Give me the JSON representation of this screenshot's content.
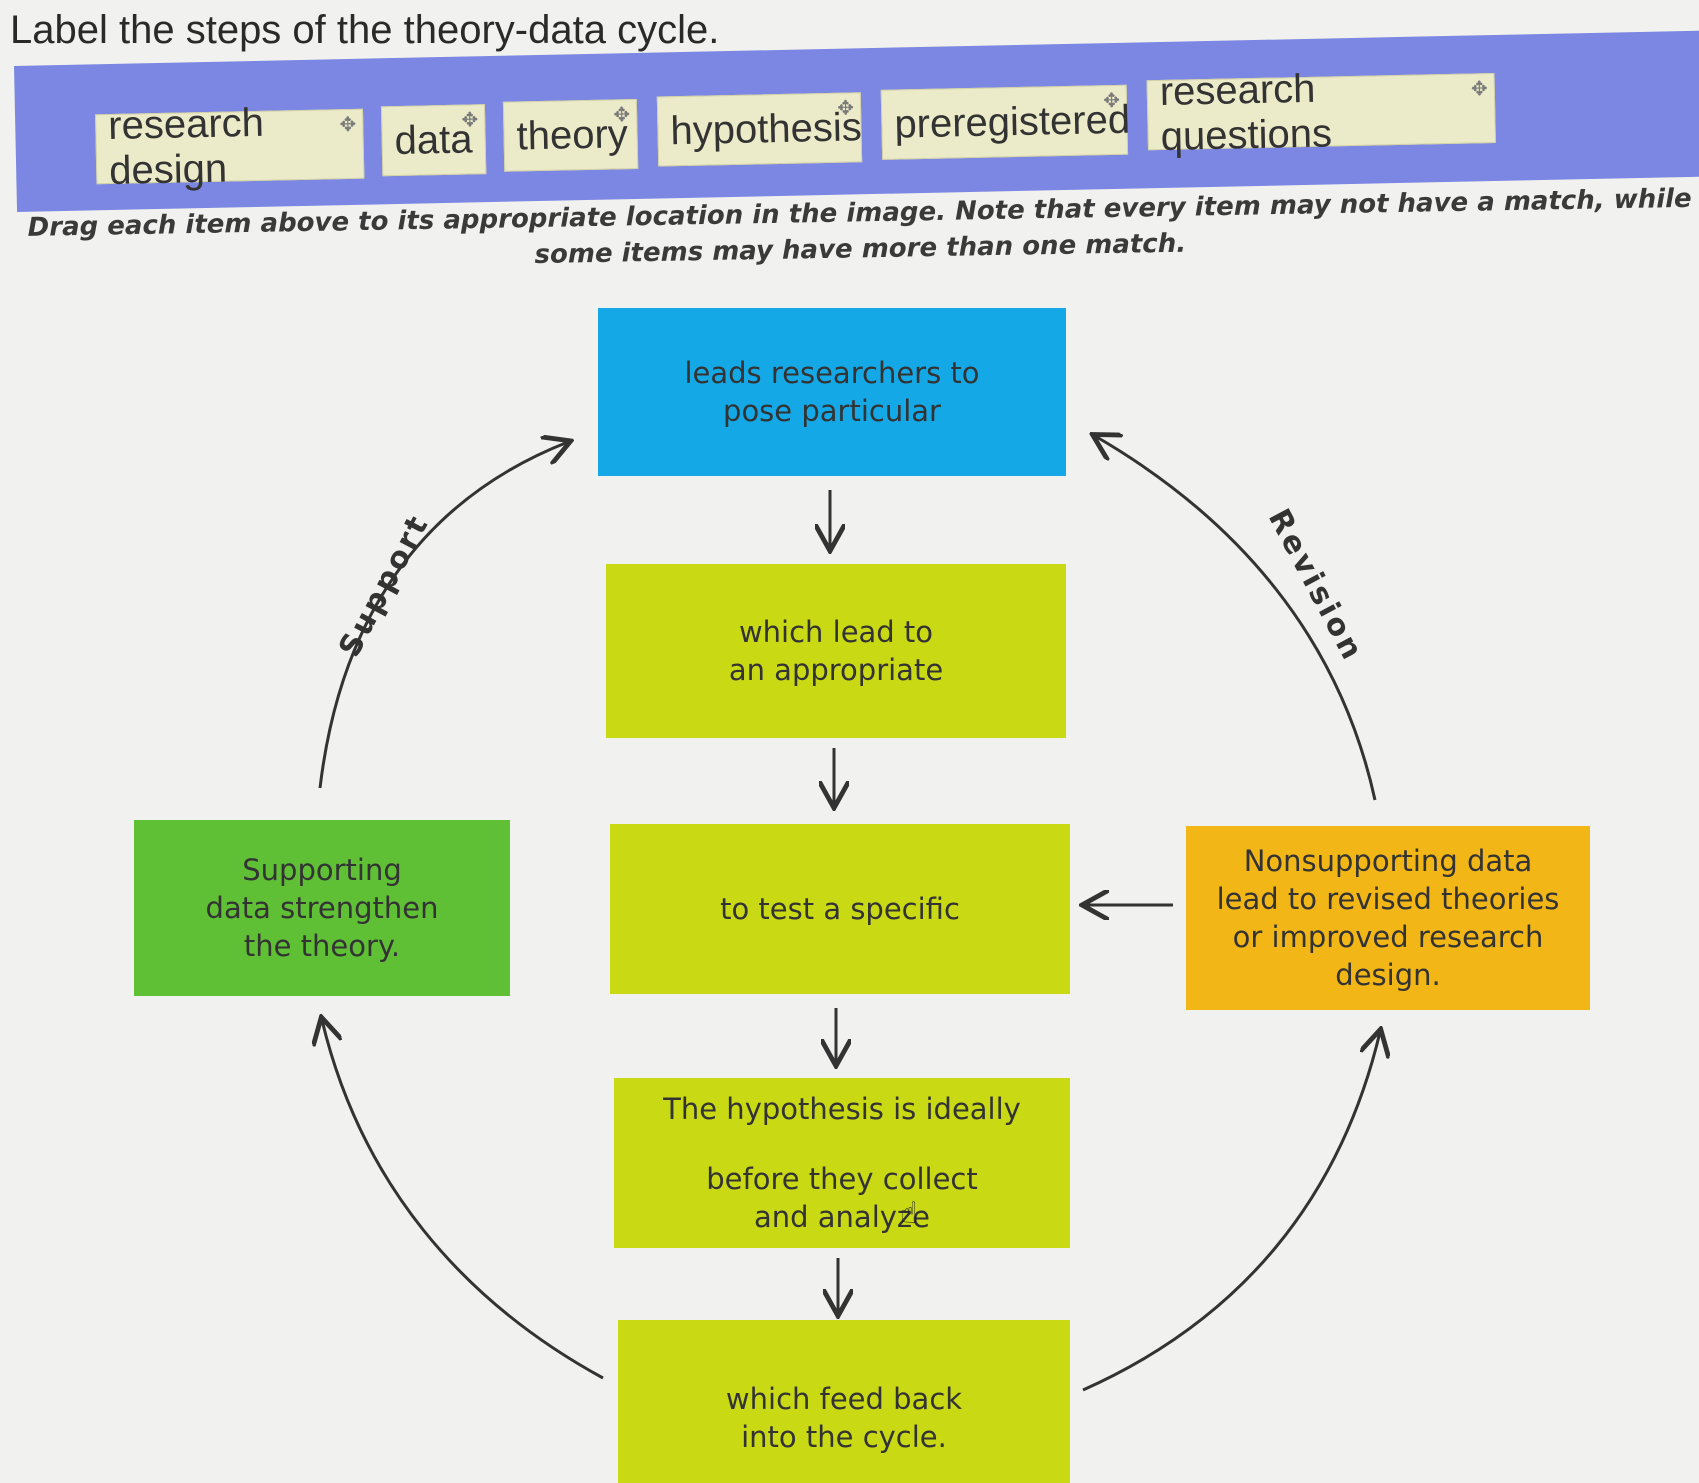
{
  "title": "Label the steps of the theory-data cycle.",
  "word_bank": [
    {
      "label": "research design"
    },
    {
      "label": "data"
    },
    {
      "label": "theory"
    },
    {
      "label": "hypothesis"
    },
    {
      "label": "preregistered"
    },
    {
      "label": "research questions"
    }
  ],
  "instruction": "Drag each item above to its appropriate location in the image. Note that every item may not have a match, while some items may have more than one match.",
  "diagram": {
    "box1": {
      "line1": "leads researchers to",
      "line2": "pose particular"
    },
    "box2": {
      "line1": "which lead to",
      "line2": "an appropriate"
    },
    "box3": {
      "line1": "to test a specific"
    },
    "box4": {
      "line1": "The hypothesis is ideally",
      "line2": "before they collect",
      "line3": "and analyze"
    },
    "box5": {
      "line1": "which feed back",
      "line2": "into the cycle."
    },
    "support_box": {
      "line1": "Supporting",
      "line2": "data strengthen",
      "line3": "the theory."
    },
    "nonsupport_box": {
      "line1": "Nonsupporting data",
      "line2": "lead to revised theories",
      "line3": "or improved research",
      "line4": "design."
    },
    "support_label": "Support",
    "revision_label": "Revision"
  },
  "colors": {
    "bank_bg": "#7b87e2",
    "chip_bg": "#ecebc9",
    "blue_box": "#14a9e6",
    "lime_box": "#c9d914",
    "green_box": "#5fc036",
    "orange_box": "#f2b716"
  }
}
